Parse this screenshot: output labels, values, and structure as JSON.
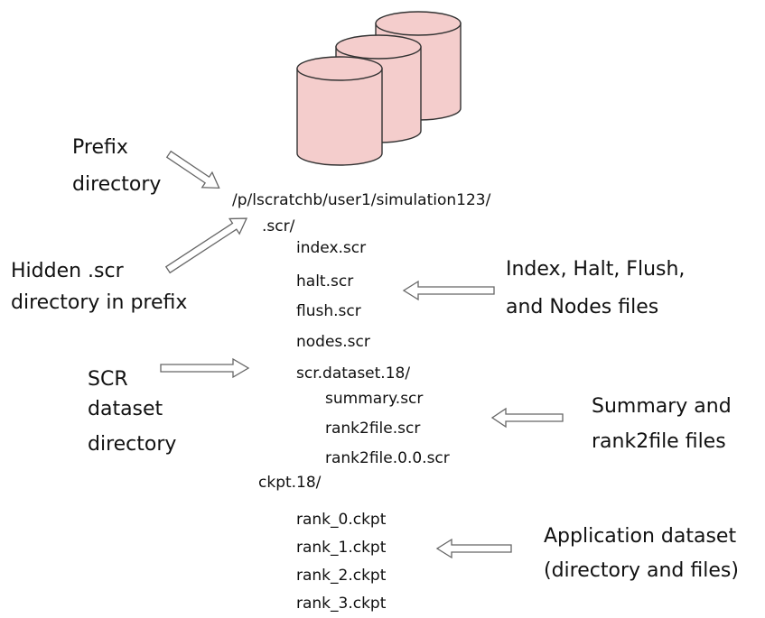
{
  "diagram": {
    "path_root": "/p/lscratchb/user1/simulation123/",
    "hidden_dir": ".scr/",
    "top_files": [
      "index.scr",
      "halt.scr",
      "flush.scr",
      "nodes.scr"
    ],
    "dataset_dir": "scr.dataset.18/",
    "dataset_files": [
      "summary.scr",
      "rank2file.scr",
      "rank2file.0.0.scr"
    ],
    "ckpt_dir": "ckpt.18/",
    "ckpt_files": [
      "rank_0.ckpt",
      "rank_1.ckpt",
      "rank_2.ckpt",
      "rank_3.ckpt"
    ]
  },
  "labels": {
    "prefix": [
      "Prefix",
      "directory"
    ],
    "hidden": [
      "Hidden .scr",
      "directory in prefix"
    ],
    "scr_dataset": [
      "SCR",
      "dataset",
      "directory"
    ],
    "index_files": [
      "Index, Halt, Flush,",
      "and Nodes files"
    ],
    "summary_files": [
      "Summary and",
      "rank2file files"
    ],
    "app_dataset": [
      "Application dataset",
      "(directory and files)"
    ]
  },
  "colors": {
    "cylinder_fill": "#f4cdcc",
    "cylinder_stroke": "#333333",
    "arrow_stroke": "#666666"
  },
  "icons": {
    "storage": "stacked-disk-cylinders-icon",
    "arrows": "hollow-block-arrow-icon"
  }
}
